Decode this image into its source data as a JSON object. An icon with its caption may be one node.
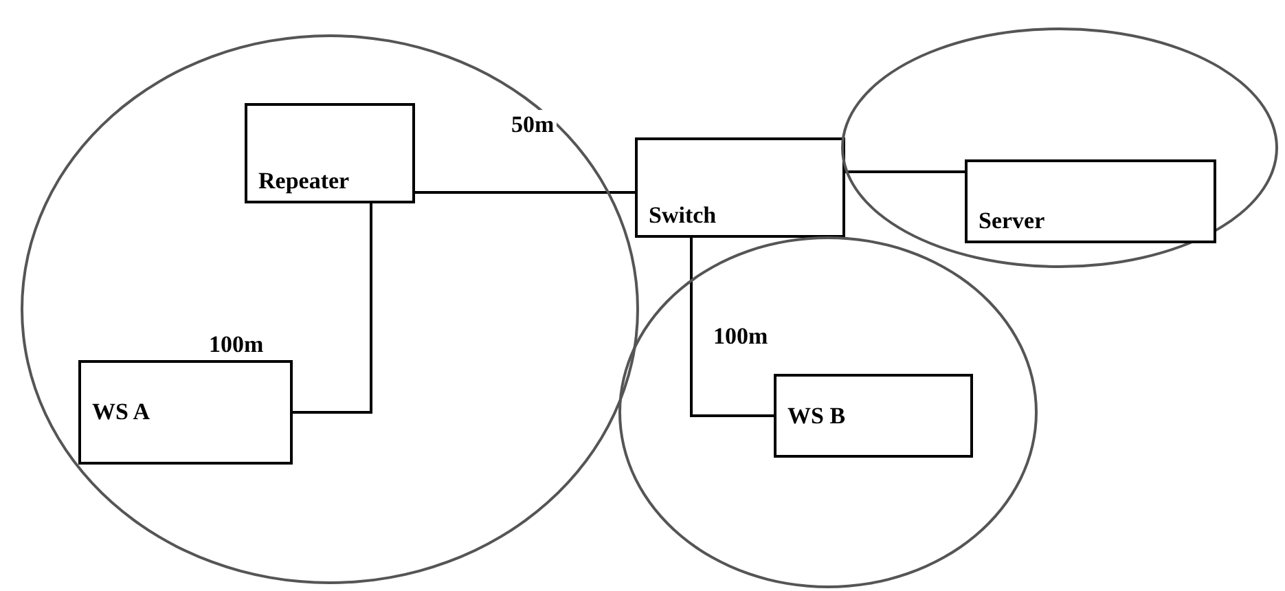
{
  "diagram": {
    "nodes": [
      {
        "text": [],
        "shape": "circle"
      },
      {
        "text": [
          "Repeater"
        ],
        "in": 0
      },
      {
        "text": [
          "Switch"
        ]
      },
      {
        "text": [],
        "shape": "circle"
      },
      {
        "text": [
          "Server"
        ],
        "in": 3
      },
      {
        "text": [
          "WS A"
        ],
        "in": 0
      },
      {
        "text": [],
        "shape": "circle"
      },
      {
        "text": [
          "WS B"
        ],
        "in": 6
      }
    ],
    "edges": [
      {
        "from": 1,
        "to": 2,
        "arrow": "none",
        "label": "50m"
      },
      {
        "from": 1,
        "to": 5,
        "arrow": "none",
        "label": "100m"
      },
      {
        "from": 2,
        "to": 4,
        "arrow": "none"
      },
      {
        "from": 2,
        "to": 7,
        "arrow": "none",
        "label": "100m"
      }
    ]
  }
}
